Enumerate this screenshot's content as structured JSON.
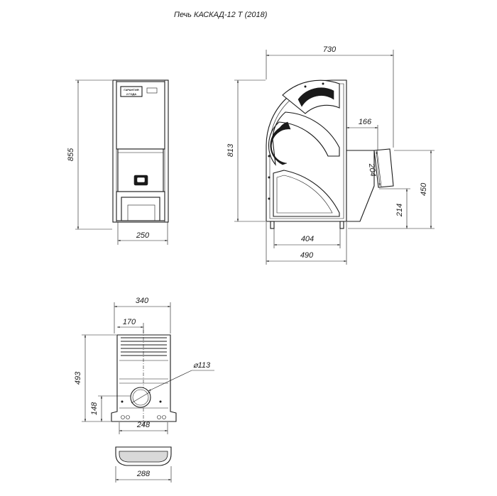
{
  "title": "Печь КАСКАД-12 Т (2018)",
  "front_view": {
    "plate_line1": "ГАРАНТИЯ",
    "plate_line2": "2 ГОДА",
    "dim_height": "855",
    "dim_width": "250"
  },
  "side_view": {
    "dim_total_width": "730",
    "dim_height": "813",
    "dim_flue_offset": "166",
    "dim_flue_pipe": "204",
    "dim_flue_height": "450",
    "dim_flue_low": "214",
    "dim_base_inner": "404",
    "dim_base_width": "490"
  },
  "top_view": {
    "dim_width": "340",
    "dim_half": "170",
    "dim_depth": "493",
    "dim_pipe_offset": "148",
    "dim_pipe_diameter": "⌀113",
    "dim_base": "248"
  },
  "door_view": {
    "dim_width": "288"
  }
}
